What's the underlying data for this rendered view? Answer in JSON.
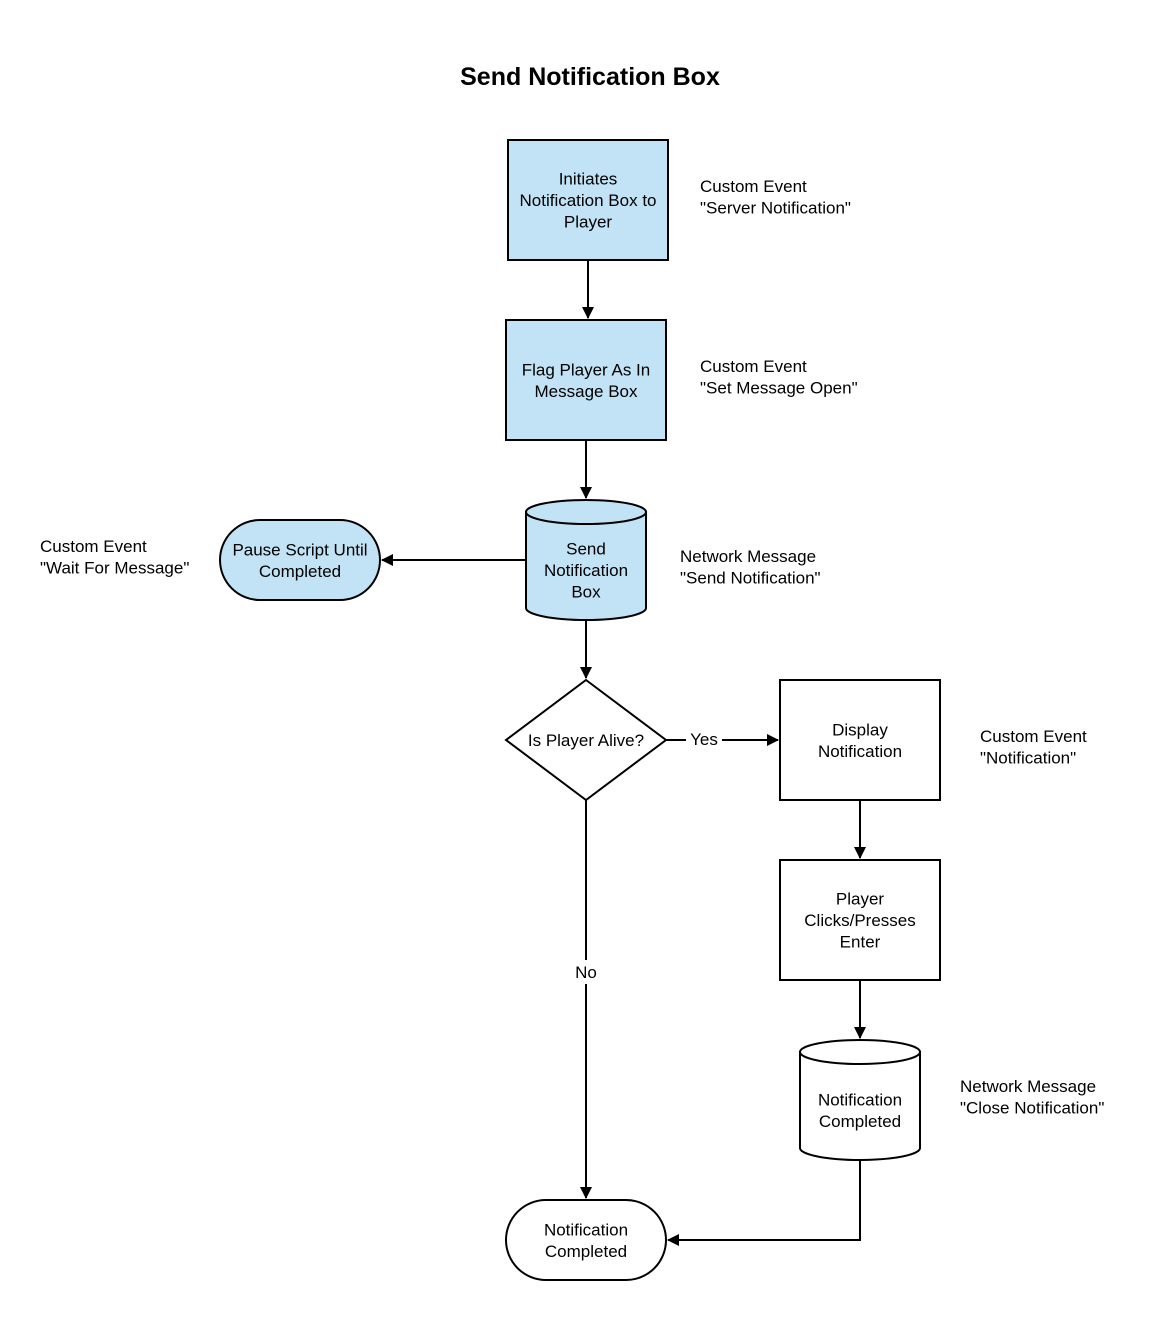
{
  "title": "Send Notification Box",
  "colors": {
    "fill_blue": "#c2e3f5",
    "fill_white": "#ffffff",
    "stroke": "#000000"
  },
  "nodes": {
    "initiate": {
      "lines": [
        "Initiates",
        "Notification Box to",
        "Player"
      ]
    },
    "flag": {
      "lines": [
        "Flag Player As In",
        "Message Box"
      ]
    },
    "send": {
      "lines": [
        "Send",
        "Notification",
        "Box"
      ]
    },
    "pause": {
      "lines": [
        "Pause Script Until",
        "Completed"
      ]
    },
    "alive": {
      "lines": [
        "Is Player Alive?"
      ]
    },
    "display": {
      "lines": [
        "Display",
        "Notification"
      ]
    },
    "clicks": {
      "lines": [
        "Player",
        "Clicks/Presses",
        "Enter"
      ]
    },
    "completed_db": {
      "lines": [
        "Notification",
        "Completed"
      ]
    },
    "completed_end": {
      "lines": [
        "Notification",
        "Completed"
      ]
    }
  },
  "annotations": {
    "initiate": [
      "Custom Event",
      "\"Server Notification\""
    ],
    "flag": [
      "Custom Event",
      "\"Set Message Open\""
    ],
    "send": [
      "Network Message",
      "\"Send Notification\""
    ],
    "pause": [
      "Custom Event",
      "\"Wait For Message\""
    ],
    "display": [
      "Custom Event",
      "\"Notification\""
    ],
    "completed_db": [
      "Network Message",
      "\"Close Notification\""
    ]
  },
  "edge_labels": {
    "yes": "Yes",
    "no": "No"
  }
}
